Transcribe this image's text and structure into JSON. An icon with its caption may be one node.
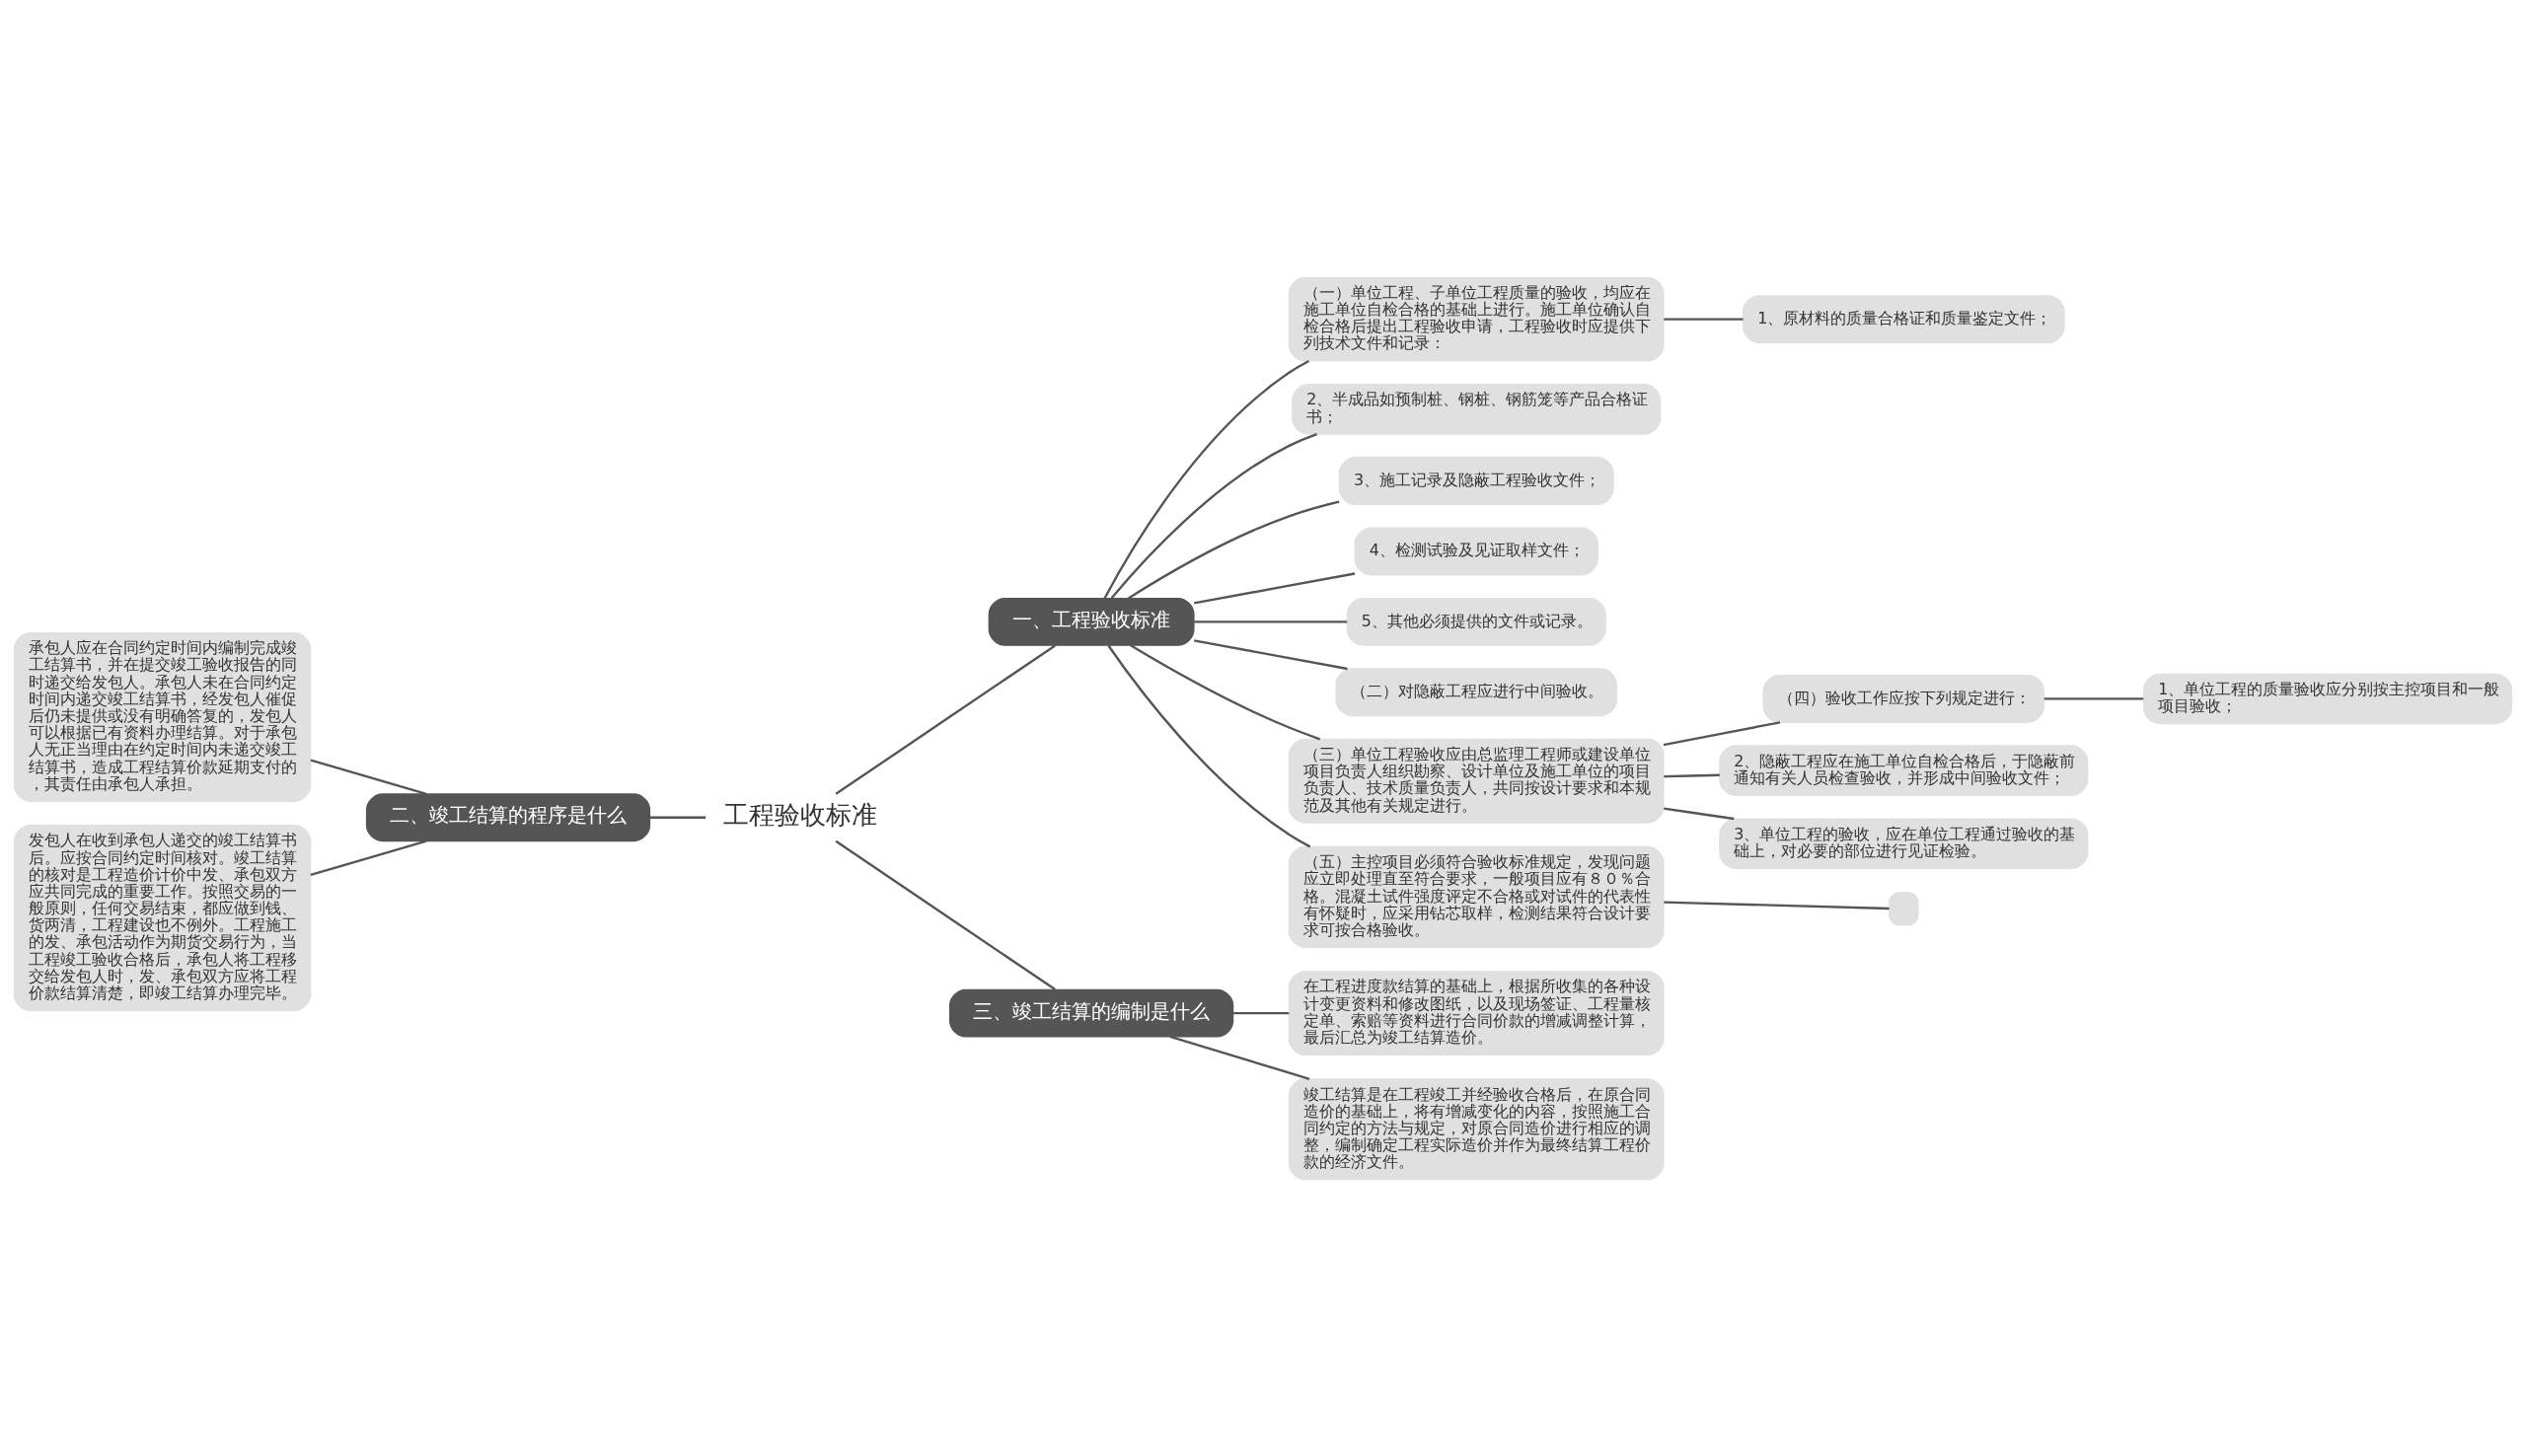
{
  "diagram": {
    "nodes": [
      {
        "text": [
          "工程验收标准"
        ]
      },
      {
        "text": [
          "一、工程验收标准"
        ]
      },
      {
        "text": [
          "（一）单位工程、子单位工程质量的验收，均应在施工单位自检合格的基础上进行。施工单位确认自检合格后提出工程验收申请，工程验收时应提供下列技术文件和记录："
        ]
      },
      {
        "text": [
          "1、原材料的质量合格证和质量鉴定文件；"
        ]
      },
      {
        "text": [
          "2、半成品如预制桩、钢桩、钢筋笼等产品合格证书；"
        ]
      },
      {
        "text": [
          "3、施工记录及隐蔽工程验收文件；"
        ]
      },
      {
        "text": [
          "4、检测试验及见证取样文件；"
        ]
      },
      {
        "text": [
          "5、其他必须提供的文件或记录。"
        ]
      },
      {
        "text": [
          "（二）对隐蔽工程应进行中间验收。"
        ]
      },
      {
        "text": [
          "（三）单位工程验收应由总监理工程师或建设单位项目负责人组织勘察、设计单位及施工单位的项目负责人、技术质量负责人，共同按设计要求和本规范及其他有关规定进行。"
        ]
      },
      {
        "text": [
          "（四）验收工作应按下列规定进行："
        ]
      },
      {
        "text": [
          "1、单位工程的质量验收应分别按主控项目和一般项目验收；"
        ]
      },
      {
        "text": [
          "2、隐蔽工程应在施工单位自检合格后，于隐蔽前通知有关人员检查验收，并形成中间验收文件；"
        ]
      },
      {
        "text": [
          "3、单位工程的验收，应在单位工程通过验收的基础上，对必要的部位进行见证检验。"
        ]
      },
      {
        "text": [
          "（五）主控项目必须符合验收标准规定，发现问题应立即处理直至符合要求，一般项目应有８０％合格。混凝土试件强度评定不合格或对试件的代表性有怀疑时，应采用钻芯取样，检测结果符合设计要求可按合格验收。"
        ]
      },
      {
        "text": [],
        "shape": "box"
      },
      {
        "text": [
          "二、竣工结算的程序是什么"
        ]
      },
      {
        "text": [
          "承包人应在合同约定时间内编制完成竣工结算书，并在提交竣工验收报告的同时递交给发包人。承包人未在合同约定时间内递交竣工结算书，经发包人催促后仍未提供或没有明确答复的，发包人可以根据已有资料办理结算。对于承包人无正当理由在约定时间内未递交竣工结算书，造成工程结算价款延期支付的，其责任由承包人承担。"
        ]
      },
      {
        "text": [
          "发包人在收到承包人递交的竣工结算书后。应按合同约定时间核对。竣工结算的核对是工程造价计价中发、承包双方应共同完成的重要工作。按照交易的一般原则，任何交易结束，都应做到钱、货两清，工程建设也不例外。工程施工的发、承包活动作为期货交易行为，当工程竣工验收合格后，承包人将工程移交给发包人时，发、承包双方应将工程价款结算清楚，即竣工结算办理完毕。"
        ]
      },
      {
        "text": [
          "三、竣工结算的编制是什么"
        ]
      },
      {
        "text": [
          "在工程进度款结算的基础上，根据所收集的各种设计变更资料和修改图纸，以及现场签证、工程量核定单、索赔等资料进行合同价款的增减调整计算，最后汇总为竣工结算造价。"
        ]
      },
      {
        "text": [
          "竣工结算是在工程竣工并经验收合格后，在原合同造价的基础上，将有增减变化的内容，按照施工合同约定的方法与规定，对原合同造价进行相应的调整，编制确定工程实际造价并作为最终结算工程价款的经济文件。"
        ]
      }
    ],
    "edges": [
      {
        "from": 0,
        "to": 1,
        "arrow": "none"
      },
      {
        "from": 1,
        "to": 2,
        "arrow": "none"
      },
      {
        "from": 2,
        "to": 3,
        "arrow": "none"
      },
      {
        "from": 1,
        "to": 4,
        "arrow": "none"
      },
      {
        "from": 1,
        "to": 5,
        "arrow": "none"
      },
      {
        "from": 1,
        "to": 6,
        "arrow": "none"
      },
      {
        "from": 1,
        "to": 7,
        "arrow": "none"
      },
      {
        "from": 1,
        "to": 8,
        "arrow": "none"
      },
      {
        "from": 1,
        "to": 9,
        "arrow": "none"
      },
      {
        "from": 9,
        "to": 10,
        "arrow": "none"
      },
      {
        "from": 10,
        "to": 11,
        "arrow": "none"
      },
      {
        "from": 9,
        "to": 12,
        "arrow": "none"
      },
      {
        "from": 9,
        "to": 13,
        "arrow": "none"
      },
      {
        "from": 1,
        "to": 14,
        "arrow": "none"
      },
      {
        "from": 14,
        "to": 15,
        "arrow": "none"
      },
      {
        "from": 0,
        "to": 16,
        "arrow": "none"
      },
      {
        "from": 16,
        "to": 17,
        "arrow": "none"
      },
      {
        "from": 16,
        "to": 18,
        "arrow": "none"
      },
      {
        "from": 0,
        "to": 19,
        "arrow": "none"
      },
      {
        "from": 19,
        "to": 20,
        "arrow": "none"
      },
      {
        "from": 19,
        "to": 21,
        "arrow": "none"
      }
    ]
  }
}
